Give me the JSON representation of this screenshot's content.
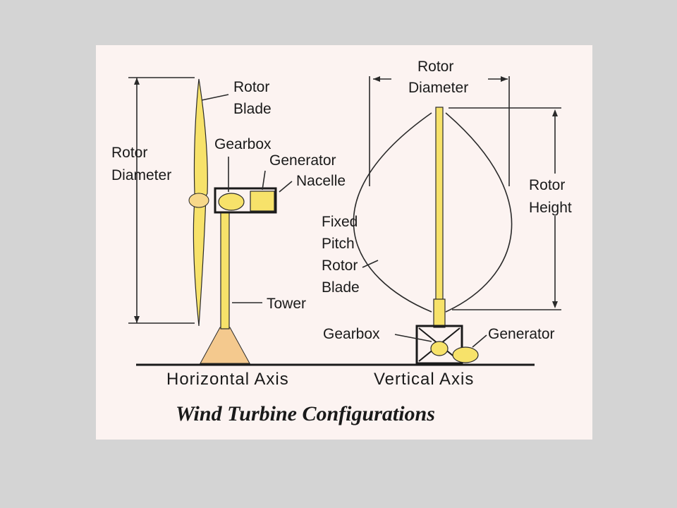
{
  "caption": "Wind Turbine Configurations",
  "horizontal": {
    "axis_label": "Horizontal Axis",
    "rotor_blade": [
      "Rotor",
      "Blade"
    ],
    "rotor_diameter": [
      "Rotor",
      "Diameter"
    ],
    "gearbox": "Gearbox",
    "generator": "Generator",
    "nacelle": "Nacelle",
    "tower": "Tower"
  },
  "vertical": {
    "axis_label": "Vertical Axis",
    "rotor_diameter": [
      "Rotor",
      "Diameter"
    ],
    "rotor_height": [
      "Rotor",
      "Height"
    ],
    "fixed_pitch_rotor_blade": [
      "Fixed",
      "Pitch",
      "Rotor",
      "Blade"
    ],
    "gearbox": "Gearbox",
    "generator": "Generator"
  },
  "colors": {
    "background": "#d4d4d4",
    "panel": "#fcf3f1",
    "turbine_yellow": "#f7e26a",
    "tower_base": "#f4c98e"
  }
}
